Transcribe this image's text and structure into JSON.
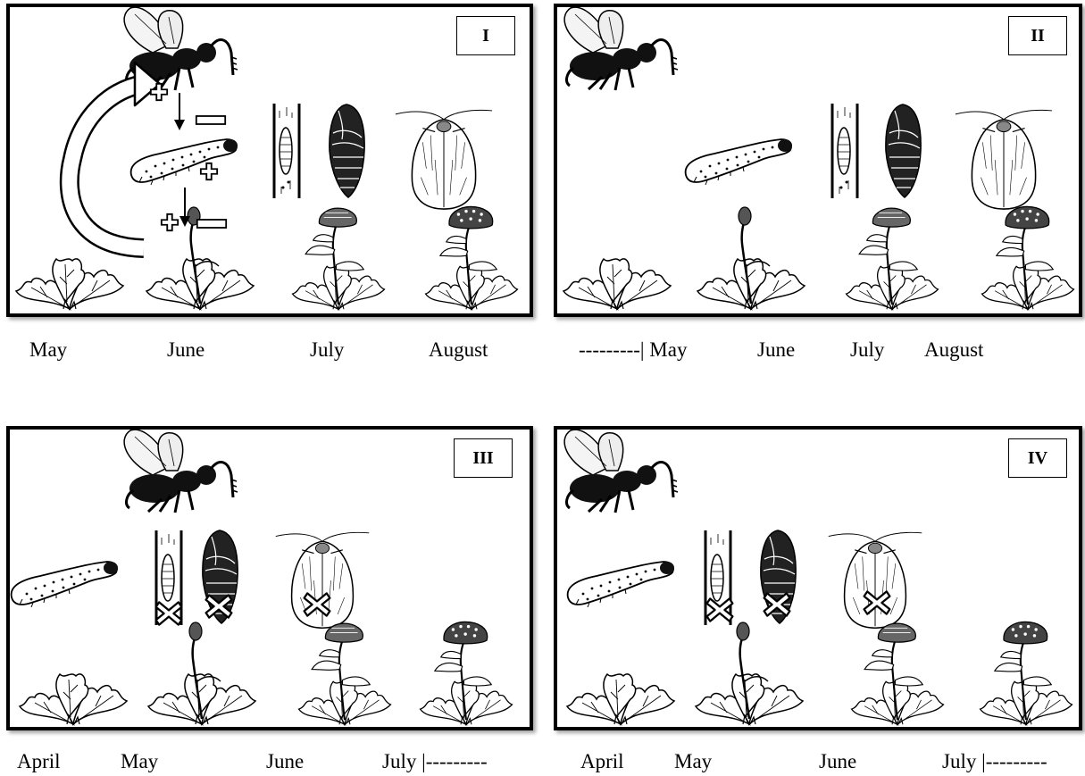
{
  "panels": [
    {
      "label": "I",
      "months": [
        "May",
        "June",
        "July",
        "August"
      ]
    },
    {
      "label": "II",
      "months": [
        "---------| May",
        "June",
        "July",
        "August"
      ]
    },
    {
      "label": "III",
      "months": [
        "April",
        "May",
        "June",
        "July |---------"
      ]
    },
    {
      "label": "IV",
      "months": [
        "April",
        "May",
        "June",
        "July |---------"
      ]
    }
  ]
}
